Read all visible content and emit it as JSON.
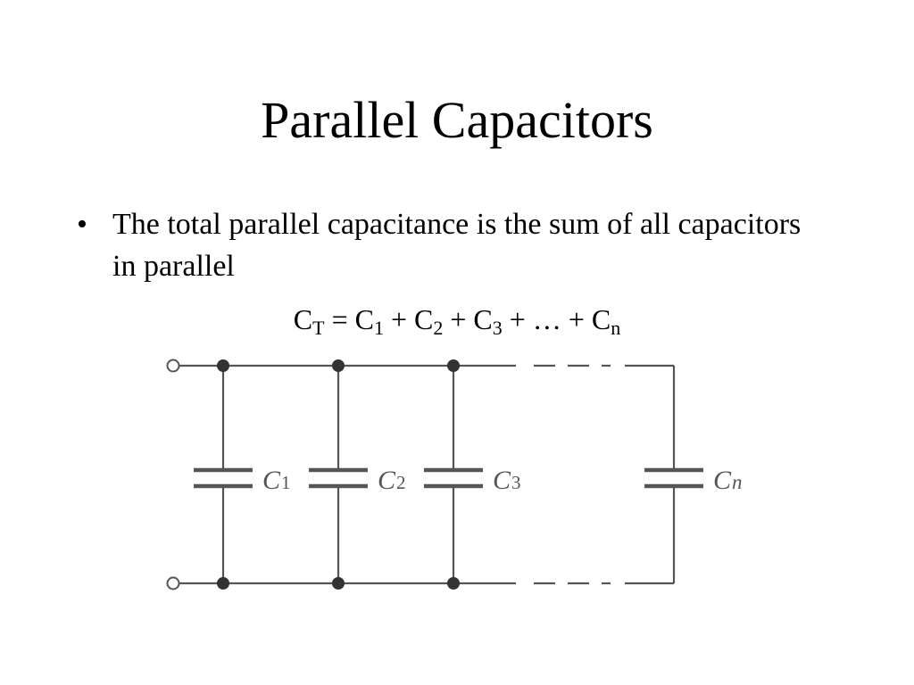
{
  "slide": {
    "title": "Parallel Capacitors",
    "bullet": "The total parallel capacitance is the sum of all capacitors in parallel",
    "bullet_marker": "•",
    "formula": {
      "parts": [
        {
          "base": "C",
          "sub": "T"
        },
        {
          "op": " = "
        },
        {
          "base": "C",
          "sub": "1"
        },
        {
          "op": " + "
        },
        {
          "base": "C",
          "sub": "2"
        },
        {
          "op": " + "
        },
        {
          "base": "C",
          "sub": "3"
        },
        {
          "op": " + … + "
        },
        {
          "base": "C",
          "sub": "n"
        }
      ]
    }
  },
  "circuit": {
    "capacitors": [
      {
        "label": "C",
        "sub": "1"
      },
      {
        "label": "C",
        "sub": "2"
      },
      {
        "label": "C",
        "sub": "3"
      },
      {
        "label": "C",
        "sub": "n"
      }
    ],
    "wire_color": "#555555",
    "label_color": "#555555"
  }
}
